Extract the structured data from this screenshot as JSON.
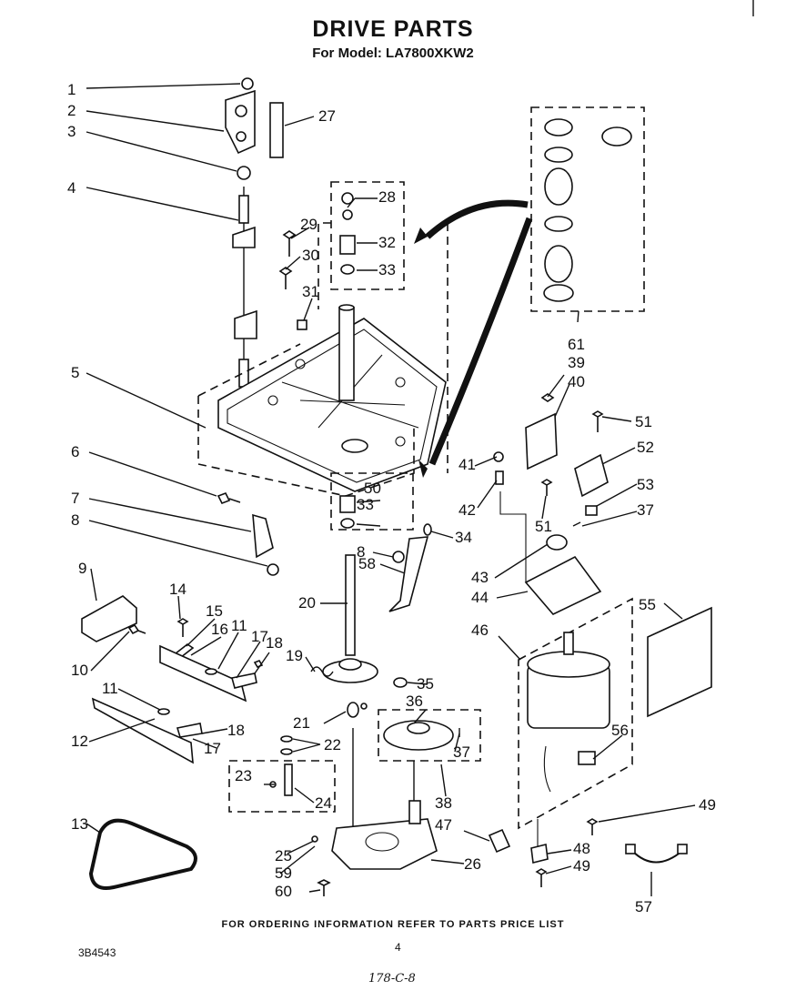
{
  "header": {
    "title": "DRIVE PARTS",
    "model": "For Model: LA7800XKW2"
  },
  "footer": {
    "ordering_note": "FOR ORDERING INFORMATION REFER TO PARTS PRICE LIST",
    "page_number": "4",
    "document_code": "3B4543",
    "handwritten_note": "178-C-8"
  },
  "callouts": {
    "c1": "1",
    "c2": "2",
    "c3": "3",
    "c4": "4",
    "c5": "5",
    "c6": "6",
    "c7": "7",
    "c8": "8",
    "c8b": "8",
    "c9": "9",
    "c10": "10",
    "c11": "11",
    "c11b": "11",
    "c12": "12",
    "c13": "13",
    "c14": "14",
    "c15": "15",
    "c16": "16",
    "c17": "17",
    "c17b": "17",
    "c18": "18",
    "c18b": "18",
    "c19": "19",
    "c20": "20",
    "c21": "21",
    "c22": "22",
    "c23": "23",
    "c24": "24",
    "c25": "25",
    "c26": "26",
    "c27": "27",
    "c28": "28",
    "c29": "29",
    "c30": "30",
    "c31": "31",
    "c32": "32",
    "c33": "33",
    "c33b": "33",
    "c34": "34",
    "c35": "35",
    "c36": "36",
    "c37": "37",
    "c37b": "37",
    "c38": "38",
    "c39": "39",
    "c40": "40",
    "c41": "41",
    "c42": "42",
    "c43": "43",
    "c44": "44",
    "c46": "46",
    "c47": "47",
    "c48": "48",
    "c49": "49",
    "c49b": "49",
    "c50": "50",
    "c51": "51",
    "c51b": "51",
    "c52": "52",
    "c53": "53",
    "c55": "55",
    "c56": "56",
    "c57": "57",
    "c58": "58",
    "c59": "59",
    "c60": "60",
    "c61": "61"
  }
}
